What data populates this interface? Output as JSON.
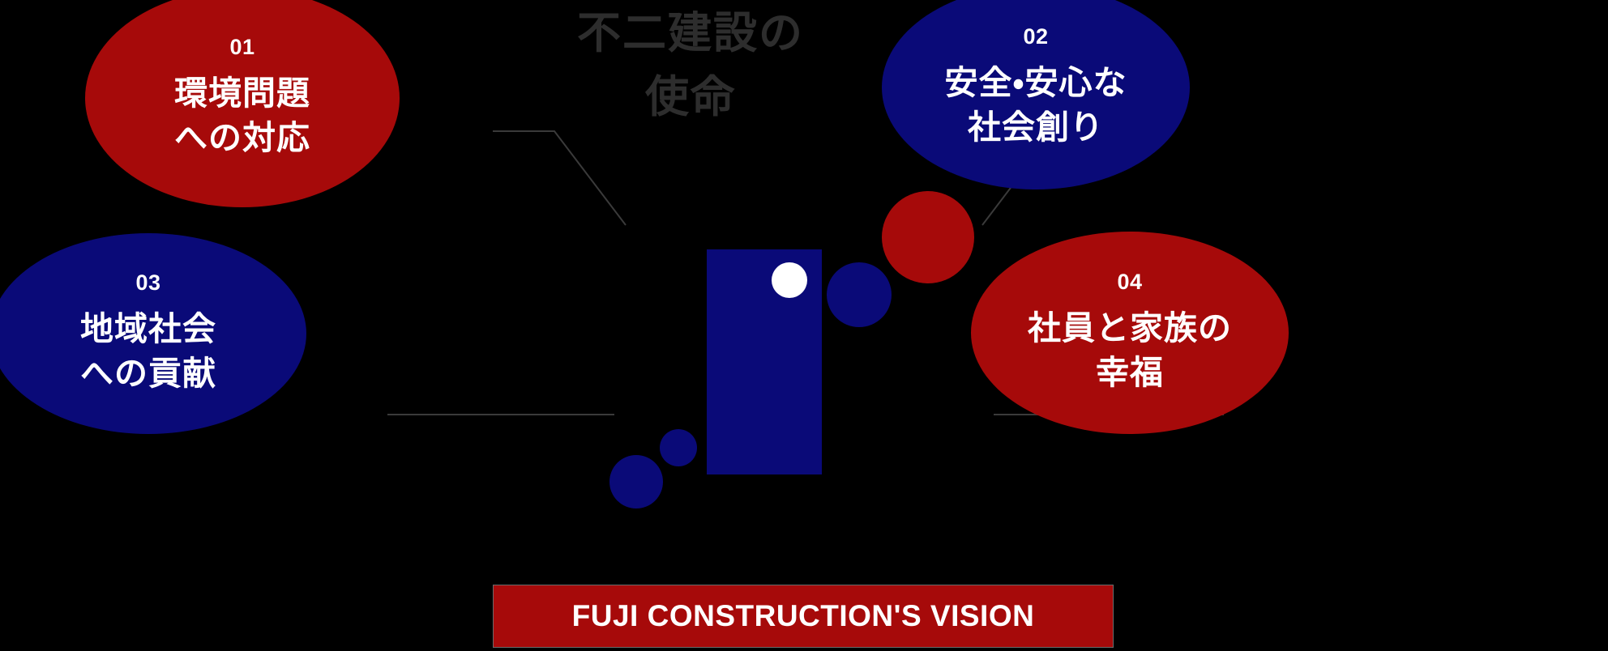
{
  "heading": {
    "text": "不二建設の\n使命",
    "color": "#2d2d2d"
  },
  "pillars": [
    {
      "number": "01",
      "title": "環境問題\nへの対応",
      "color": "#a60a0a",
      "position": "top-left"
    },
    {
      "number": "02",
      "title": "安全・安心な\n社会創り",
      "color": "#0a0a78",
      "position": "top-right"
    },
    {
      "number": "03",
      "title": "地域社会\nへの貢献",
      "color": "#0a0a78",
      "position": "bottom-left"
    },
    {
      "number": "04",
      "title": "社員と家族の\n幸福",
      "color": "#a60a0a",
      "position": "bottom-right"
    }
  ],
  "logo": {
    "name": "fuji-construction-logo-mark",
    "rect_color": "#0a0a78",
    "accent_color": "#a60a0a",
    "dot_color": "#ffffff"
  },
  "banner": {
    "label": "FUJI CONSTRUCTION'S VISION",
    "background": "#a60a0a",
    "border": "#6b6b6b",
    "text_color": "#ffffff"
  },
  "connectors": {
    "color": "#3a3a3a",
    "width": 2
  },
  "background": "#000000"
}
